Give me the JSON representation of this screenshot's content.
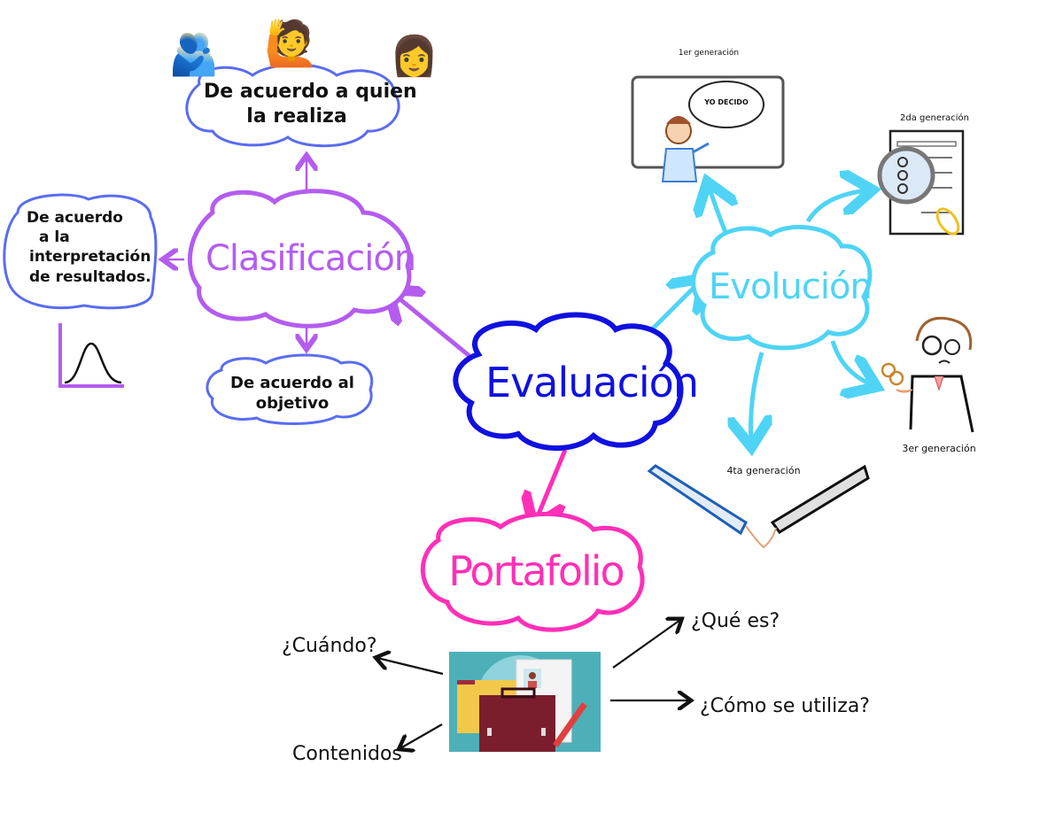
{
  "central": {
    "label": "Evaluación",
    "color": "#1010e0"
  },
  "branches": {
    "clasificacion": {
      "label": "Clasificación",
      "color": "#b45cf0",
      "children": {
        "quien": {
          "line1": "De acuerdo a quien",
          "line2": "la realiza",
          "icons": [
            "people-hugging-icon",
            "person-raising-hand-icon",
            "teacher-icon"
          ]
        },
        "interpretacion": {
          "line1": "De acuerdo",
          "line2": "a la",
          "line3": "interpretación",
          "line4": "de resultados.",
          "chart_icon": "bell-curve-icon"
        },
        "objetivo": {
          "line1": "De acuerdo al",
          "line2": "objetivo"
        }
      },
      "child_border_color": "#5a6cf0"
    },
    "evolucion": {
      "label": "Evolución",
      "color": "#4fd4f5",
      "generations": {
        "g1": {
          "label": "1er generación",
          "speech": "YO DECIDO"
        },
        "g2": {
          "label": "2da generación"
        },
        "g3": {
          "label": "3er generación"
        },
        "g4": {
          "label": "4ta generación"
        }
      }
    },
    "portafolio": {
      "label": "Portafolio",
      "color": "#ff2fb8",
      "questions": {
        "que": "¿Qué es?",
        "como": "¿Cómo se utiliza?",
        "cuando": "¿Cuándo?",
        "contenidos": "Contenidos"
      }
    }
  }
}
